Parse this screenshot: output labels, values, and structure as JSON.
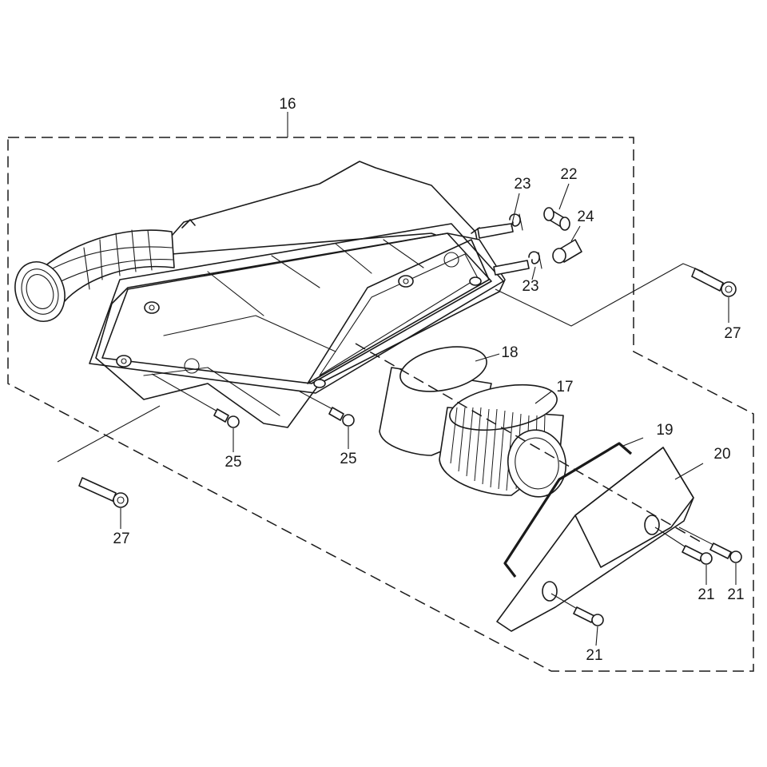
{
  "callouts": {
    "c16": "16",
    "c17": "17",
    "c18": "18",
    "c19": "19",
    "c20": "20",
    "c21a": "21",
    "c21b": "21",
    "c21c": "21",
    "c22": "22",
    "c23a": "23",
    "c23b": "23",
    "c24": "24",
    "c25a": "25",
    "c25b": "25",
    "c27a": "27",
    "c27b": "27"
  }
}
